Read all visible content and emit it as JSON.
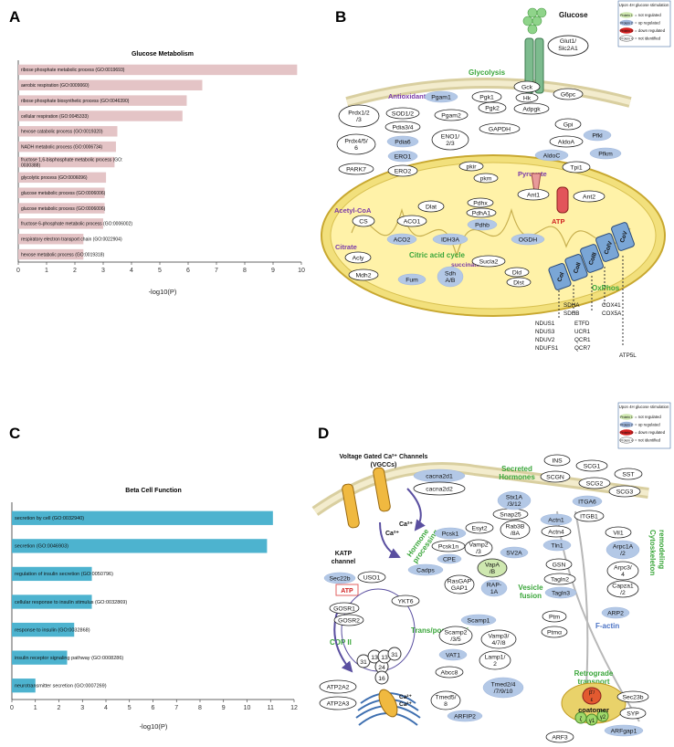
{
  "panels": {
    "A": "A",
    "B": "B",
    "C": "C",
    "D": "D"
  },
  "chart_data": [
    {
      "type": "bar",
      "panel": "A",
      "title": "Glucose Metabolism",
      "xlabel": "-log10(P)",
      "xlim": [
        0,
        10
      ],
      "xticks": [
        0,
        1,
        2,
        3,
        4,
        5,
        6,
        7,
        8,
        9,
        10
      ],
      "color": "#e4c4c6",
      "categories": [
        "ribose phosphate metabolic process (GO:0019693)",
        "aerobic respiration (GO:0009060)",
        "ribose phosphate biosynthetic process (GO:0046390)",
        "cellular respiration (GO:0045333)",
        "hexose catabolic process (GO:0019320)",
        "NADH metabolic process (GO:0006734)",
        "fructose 1,6-bisphosphate metabolic process (GO:\n0030388)",
        "glycolytic process (GO:0006096)",
        "glucose metabolic process (GO:0006006)",
        "glucose metabolic process (GO:0006006)",
        "fructose 6-phosphate metabolic process (GO:0006002)",
        "respiratory electron transport chain (GO:0022904)",
        "hexose metabolic process (GO:0019318)"
      ],
      "values": [
        9.85,
        6.5,
        5.95,
        5.8,
        3.5,
        3.45,
        3.4,
        3.1,
        3.05,
        3.05,
        3.0,
        2.3,
        2.3
      ]
    },
    {
      "type": "bar",
      "panel": "C",
      "title": "Beta Cell Function",
      "xlabel": "-log10(P)",
      "xlim": [
        0,
        12
      ],
      "xticks": [
        0,
        1,
        2,
        3,
        4,
        5,
        6,
        7,
        8,
        9,
        10,
        11,
        12
      ],
      "color": "#4db3cf",
      "categories": [
        "secretion by cell (GO:0032940)",
        "secretion (GO:0046903)",
        "regulation of insulin secretion (GO:0050796)",
        "cellular response to insulin stimulus (GO:0032869)",
        "response to insulin (GO:0032868)",
        "insulin receptor signaling pathway (GO:0008286)",
        "neurotransmitter secretion (GO:0007269)"
      ],
      "values": [
        11.1,
        10.85,
        3.4,
        3.4,
        2.65,
        2.35,
        1.0
      ]
    }
  ],
  "legend": {
    "title": "Upon 4H glucose stimulation",
    "items": [
      {
        "box": "Protein 1",
        "text": "= not regulated",
        "color": "#cfe8b0"
      },
      {
        "box": "Protein 2",
        "text": "= up regulated",
        "color": "#9fb6dc"
      },
      {
        "box": "Protein 3",
        "text": "= down regulated",
        "color": "#d42020"
      },
      {
        "box": "Protein 4",
        "text": "= not identified",
        "color": "#ffffff"
      }
    ]
  },
  "diagram_b": {
    "glucose": "Glucose",
    "transporter": "Glut1/\nSlc2A1",
    "labels": {
      "glycolysis": "Glycolysis",
      "antioxidants": "Antioxidants",
      "pyruvate": "Pyruvate",
      "acetyl_coa": "Acetyl-CoA",
      "citrate": "Citrate",
      "tca": "Citric acid cycle",
      "succinate": "succinate",
      "atp": "ATP",
      "oxphos": "OxPhos"
    },
    "complexes": [
      "CoI",
      "CoII",
      "CoIII",
      "CoIV",
      "CoV"
    ],
    "complex_subunits": {
      "col1": "SDHA\nSDHB",
      "col2": "COX41\nCOX5A",
      "col3": "NDUS1\nNDUS3\nNDUV2\nNDUFS1",
      "col4": "ETFD\nUCR1\nQCR1\nQCR7",
      "col5": "ATP5L"
    }
  },
  "diagram_d": {
    "labels": {
      "vgcc": "Voltage Gated Ca²⁺ Channels\n(VGCCs)",
      "katp": "KATP\nchannel",
      "atp": "ATP",
      "copii": "COP II",
      "hormone_processing": "Hormone\nprocessing",
      "secreted_hormones": "Secreted\nHormones",
      "vesicle_fusion": "Vesicle\nfusion",
      "trans_golgi": "Trans/post Golgi",
      "cytoskeleton": "Cytoskeleton\nremodeling",
      "factin": "F-actin",
      "retrograde": "Retrograde\ntransport",
      "coatomer": "coatomer",
      "ca": "Ca²⁺",
      "ca2": "Ca²⁺\nCa²⁺",
      "ca3": "Ca²⁺\nCa²⁺"
    }
  }
}
